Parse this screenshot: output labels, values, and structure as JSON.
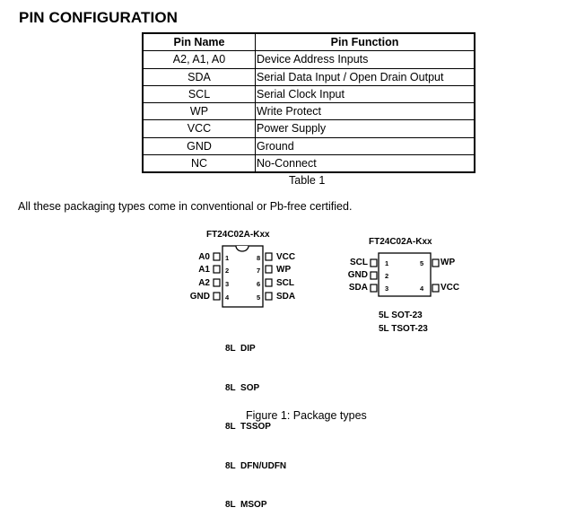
{
  "heading": "PIN CONFIGURATION",
  "table": {
    "headers": [
      "Pin Name",
      "Pin Function"
    ],
    "rows": [
      [
        "A2, A1, A0",
        "Device Address Inputs"
      ],
      [
        "SDA",
        "Serial Data Input / Open Drain Output"
      ],
      [
        "SCL",
        "Serial Clock Input"
      ],
      [
        "WP",
        "Write Protect"
      ],
      [
        "VCC",
        "Power Supply"
      ],
      [
        "GND",
        "Ground"
      ],
      [
        "NC",
        "No-Connect"
      ]
    ],
    "caption": "Table 1"
  },
  "note": "All these packaging types come in conventional or Pb-free certified.",
  "packages": {
    "dip": {
      "title": "FT24C02A-Kxx",
      "left_pins": [
        {
          "name": "A0",
          "num": "1"
        },
        {
          "name": "A1",
          "num": "2"
        },
        {
          "name": "A2",
          "num": "3"
        },
        {
          "name": "GND",
          "num": "4"
        }
      ],
      "right_pins": [
        {
          "name": "VCC",
          "num": "8"
        },
        {
          "name": "WP",
          "num": "7"
        },
        {
          "name": "SCL",
          "num": "6"
        },
        {
          "name": "SDA",
          "num": "5"
        }
      ],
      "types": [
        "8L  DIP",
        "8L  SOP",
        "8L  TSSOP",
        "8L  DFN/UDFN",
        "8L  MSOP"
      ]
    },
    "sot": {
      "title": "FT24C02A-Kxx",
      "left_pins": [
        {
          "name": "SCL",
          "num": "1"
        },
        {
          "name": "GND",
          "num": "2"
        },
        {
          "name": "SDA",
          "num": "3"
        }
      ],
      "right_pins": [
        {
          "name": "WP",
          "num": "5"
        },
        {
          "name": "VCC",
          "num": "4"
        }
      ],
      "types": [
        "5L SOT-23",
        "5L TSOT-23"
      ]
    }
  },
  "figure_caption": "Figure 1: Package types"
}
